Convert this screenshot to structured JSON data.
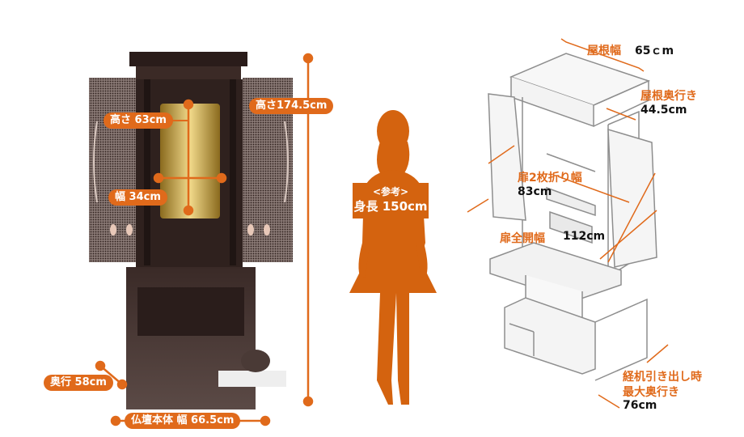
{
  "altar": {
    "height_label": "高さ174.5cm",
    "inner_height_label": "高さ 63cm",
    "inner_width_label": "幅 34cm",
    "depth_label": "奥行 58cm",
    "body_width_label": "仏壇本体  幅 66.5cm"
  },
  "reference": {
    "note": "<参考>",
    "height": "身長 150cm"
  },
  "dimensions": {
    "roof_width_label": "屋根幅",
    "roof_width_value": "65ｃm",
    "roof_depth_label": "屋根奥行き",
    "roof_depth_value": "44.5cm",
    "door_fold_label": "扉2枚折り幅",
    "door_fold_value": "83cm",
    "door_open_label": "扉全開幅",
    "door_open_value": "112cm",
    "drawer_label_1": "経机引き出し時",
    "drawer_label_2": "最大奥行き",
    "drawer_value": "76cm"
  },
  "colors": {
    "accent": "#e06a1b",
    "altar_dark": "#3b2a26",
    "gold": "#d8b24a",
    "line_gray": "#999999"
  }
}
